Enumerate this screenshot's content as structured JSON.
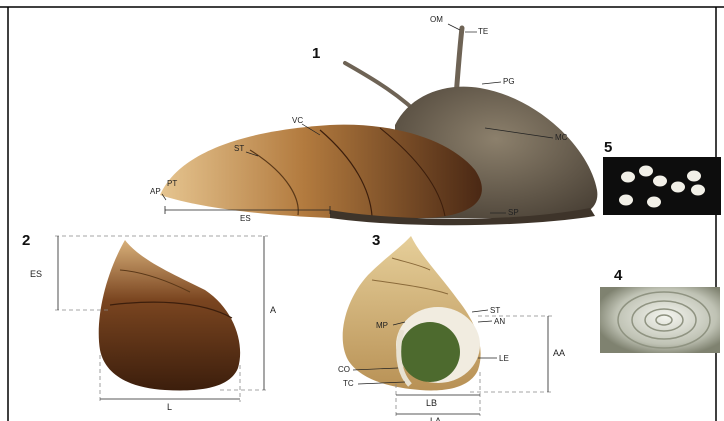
{
  "figure": {
    "panels": [
      {
        "id": "panel-1",
        "number": "1"
      },
      {
        "id": "panel-2",
        "number": "2"
      },
      {
        "id": "panel-3",
        "number": "3"
      },
      {
        "id": "panel-4",
        "number": "4"
      },
      {
        "id": "panel-5",
        "number": "5"
      }
    ],
    "labels": {
      "om": "OM",
      "te": "TE",
      "pg": "PG",
      "mc": "MC",
      "vc": "VC",
      "st1": "ST",
      "pt": "PT",
      "ap": "AP",
      "es1": "ES",
      "sp": "SP",
      "es2": "ES",
      "a": "A",
      "l": "L",
      "st3": "ST",
      "an": "AN",
      "mp": "MP",
      "le": "LE",
      "aa": "AA",
      "co": "CO",
      "tc": "TC",
      "lb": "LB",
      "la": "LA"
    }
  },
  "colors": {
    "shell_dark": "#4a2814",
    "shell_mid": "#8a5628",
    "shell_light": "#d9b27a",
    "body_gray": "#6e6355",
    "aperture_green": "#4d6a2e",
    "egg_bg": "#0d0d0d",
    "egg_white": "#f2f0e8",
    "operculum_bg": "#caccbf"
  }
}
